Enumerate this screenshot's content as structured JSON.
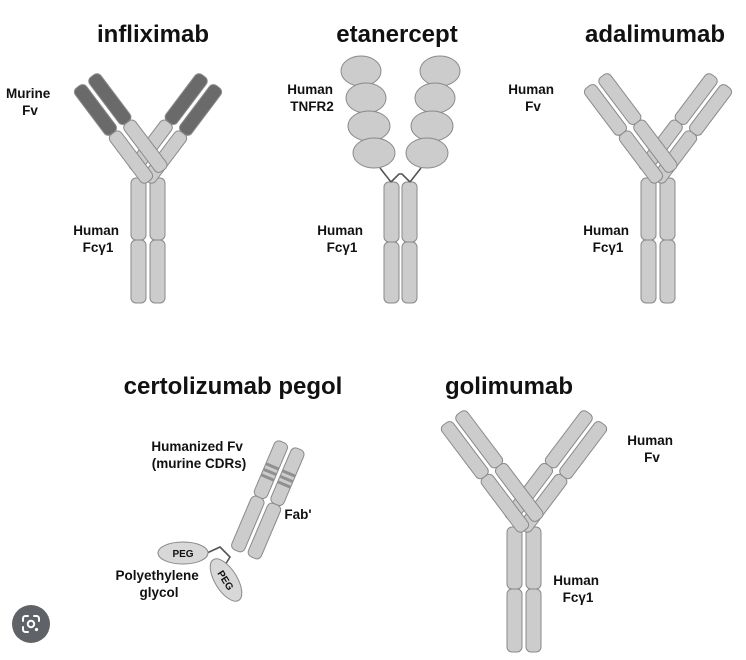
{
  "colors": {
    "domain_fill": "#cccccc",
    "domain_stroke": "#8a8a8a",
    "murine_fill": "#6a6a6a",
    "cdr_band": "#909090",
    "peg_fill": "#d8d8d8",
    "lens_button": "#5f6368"
  },
  "antibodies": {
    "infliximab": {
      "title": "infliximab",
      "fv_label": [
        "Murine",
        "Fv"
      ],
      "fc_label": [
        "Human",
        "Fcγ1"
      ]
    },
    "etanercept": {
      "title": "etanercept",
      "receptor_label": [
        "Human",
        "TNFR2"
      ],
      "fc_label": [
        "Human",
        "Fcγ1"
      ]
    },
    "adalimumab": {
      "title": "adalimumab",
      "fv_label": [
        "Human",
        "Fv"
      ],
      "fc_label": [
        "Human",
        "Fcγ1"
      ]
    },
    "certolizumab": {
      "title": "certolizumab pegol",
      "fv_label": [
        "Humanized Fv",
        "(murine CDRs)"
      ],
      "fab_label": "Fab'",
      "peg_tag": "PEG",
      "peg_label": [
        "Polyethylene",
        "glycol"
      ]
    },
    "golimumab": {
      "title": "golimumab",
      "fv_label": [
        "Human",
        "Fv"
      ],
      "fc_label": [
        "Human",
        "Fcγ1"
      ]
    }
  },
  "icons": {
    "lens": "google-lens-icon"
  }
}
